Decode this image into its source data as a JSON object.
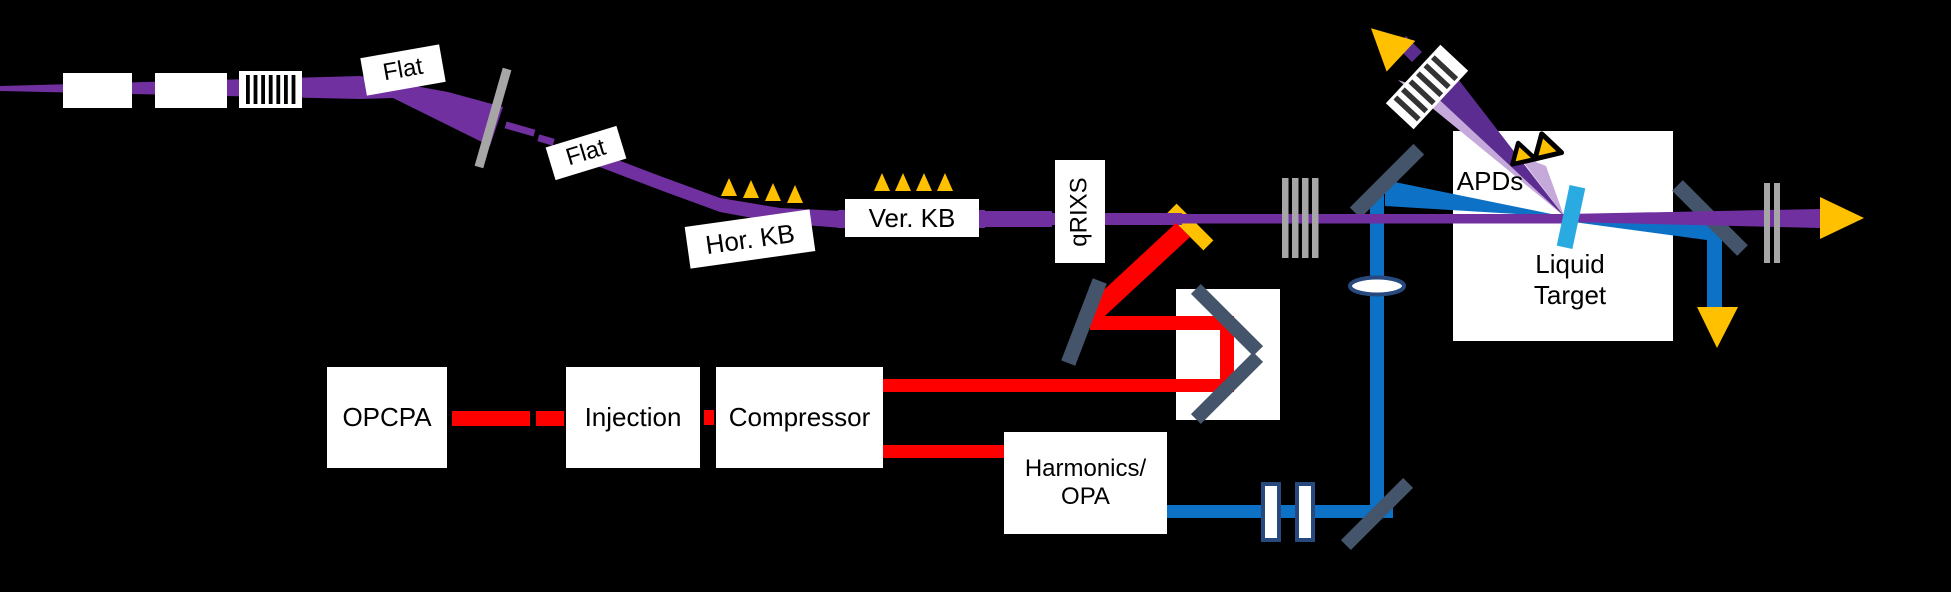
{
  "labels": {
    "flat_mirror_1": "Flat",
    "flat_mirror_2": "Flat",
    "hor_kb": "Hor. KB",
    "ver_kb": "Ver. KB",
    "qrixs": "qRIXS",
    "apds": "APDs",
    "liquid_target_line1": "Liquid",
    "liquid_target_line2": "Target",
    "opcpa": "OPCPA",
    "injection": "Injection",
    "compressor": "Compressor",
    "harmonics_line1": "Harmonics/",
    "harmonics_line2": "OPA"
  },
  "colors": {
    "background": "#000000",
    "xray_beam_purple": "#7030A0",
    "scattered_beam_purple": "#5C2D91",
    "emission_cone_lavender": "#C5A9DA",
    "ir_laser_red": "#FF0000",
    "optical_laser_blue": "#0D72C6",
    "liquid_jet_cyan": "#29ABE2",
    "mirror_slate": "#44546A",
    "screen_gray": "#A6A6A6",
    "marker_yellow": "#FFC000",
    "component_box_white": "#FFFFFF",
    "optic_outline_navy": "#27497E"
  },
  "icons": {
    "beam-dump-arrow-right": "right-pointing solid triangle",
    "beam-dump-arrow-down": "down-pointing solid triangle",
    "spectrometer-arrow-up-left": "up-left-pointing solid triangle",
    "beam-marker-triangles": "small upward yellow triangles along beam",
    "apd-detector-icons": "outlined yellow play-style triangles aimed at target"
  }
}
